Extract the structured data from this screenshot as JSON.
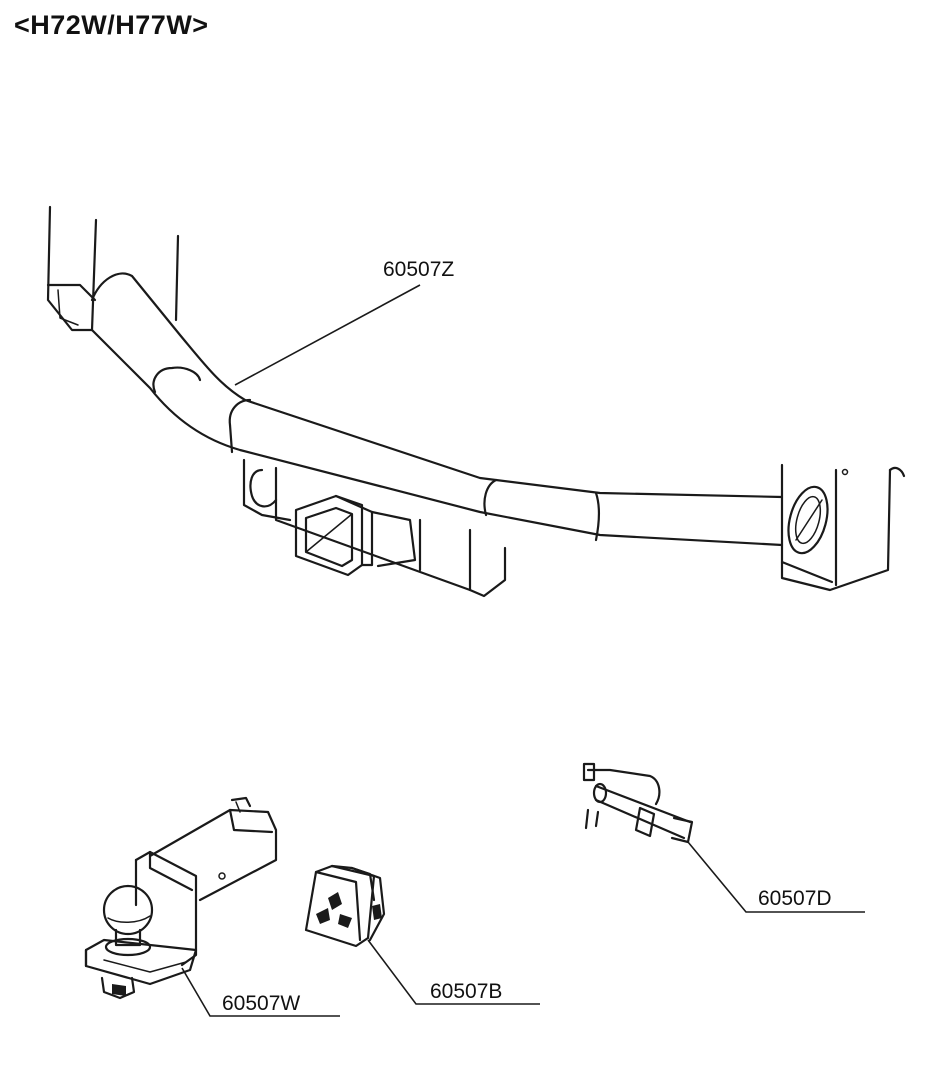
{
  "header": {
    "model_codes": "<H72W/H77W>"
  },
  "parts": [
    {
      "id": "hitch-assembly",
      "label": "60507Z"
    },
    {
      "id": "ball-mount",
      "label": "60507W"
    },
    {
      "id": "hitch-cover",
      "label": "60507B"
    },
    {
      "id": "hitch-pin",
      "label": "60507D"
    }
  ]
}
